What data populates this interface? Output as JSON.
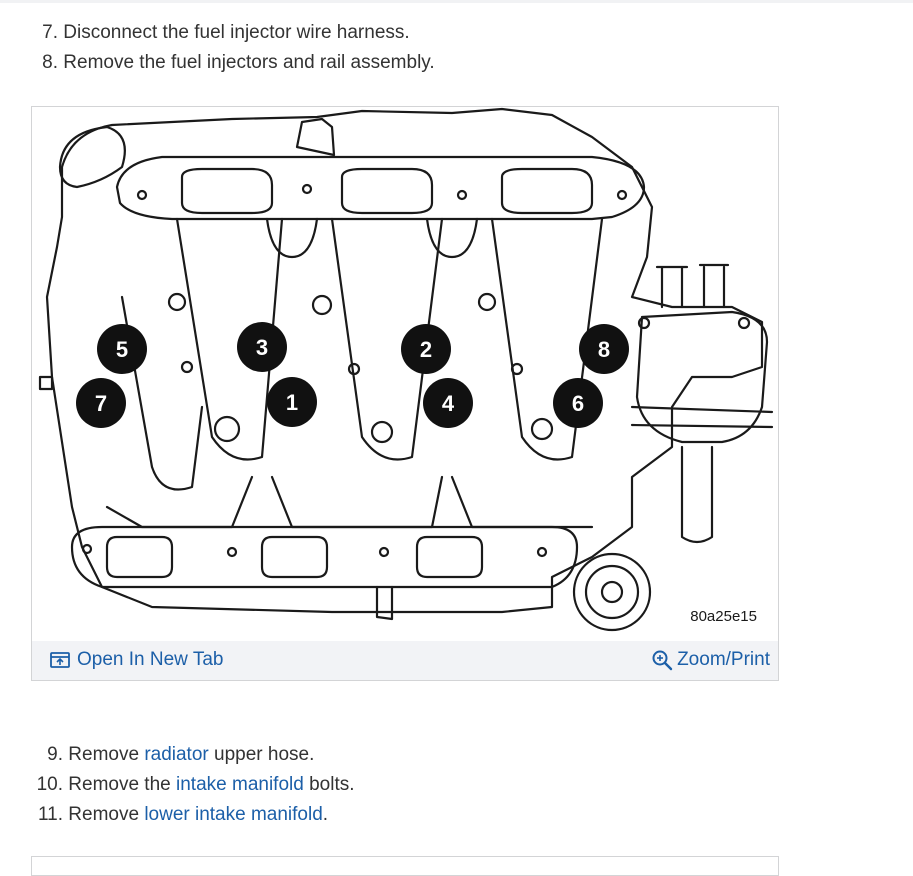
{
  "steps_before": [
    {
      "num": "7.",
      "text": "Disconnect the fuel injector wire harness."
    },
    {
      "num": "8.",
      "text": "Remove the fuel injectors and rail assembly."
    }
  ],
  "figure": {
    "image_label": "80a25e15",
    "injector_callouts": [
      "5",
      "3",
      "2",
      "8",
      "7",
      "1",
      "4",
      "6"
    ],
    "open_tab_label": "Open In New Tab",
    "zoom_label": "Zoom/Print"
  },
  "steps_after": [
    {
      "num": "9.",
      "before": "Remove ",
      "link": "radiator",
      "after": " upper hose."
    },
    {
      "num": "10.",
      "before": "Remove the ",
      "link": "intake manifold",
      "after": " bolts."
    },
    {
      "num": "11.",
      "before": "Remove ",
      "link": "lower intake manifold",
      "after": "."
    }
  ],
  "colors": {
    "link": "#1c5fa8",
    "text": "#333333",
    "bar": "#f2f3f6"
  }
}
